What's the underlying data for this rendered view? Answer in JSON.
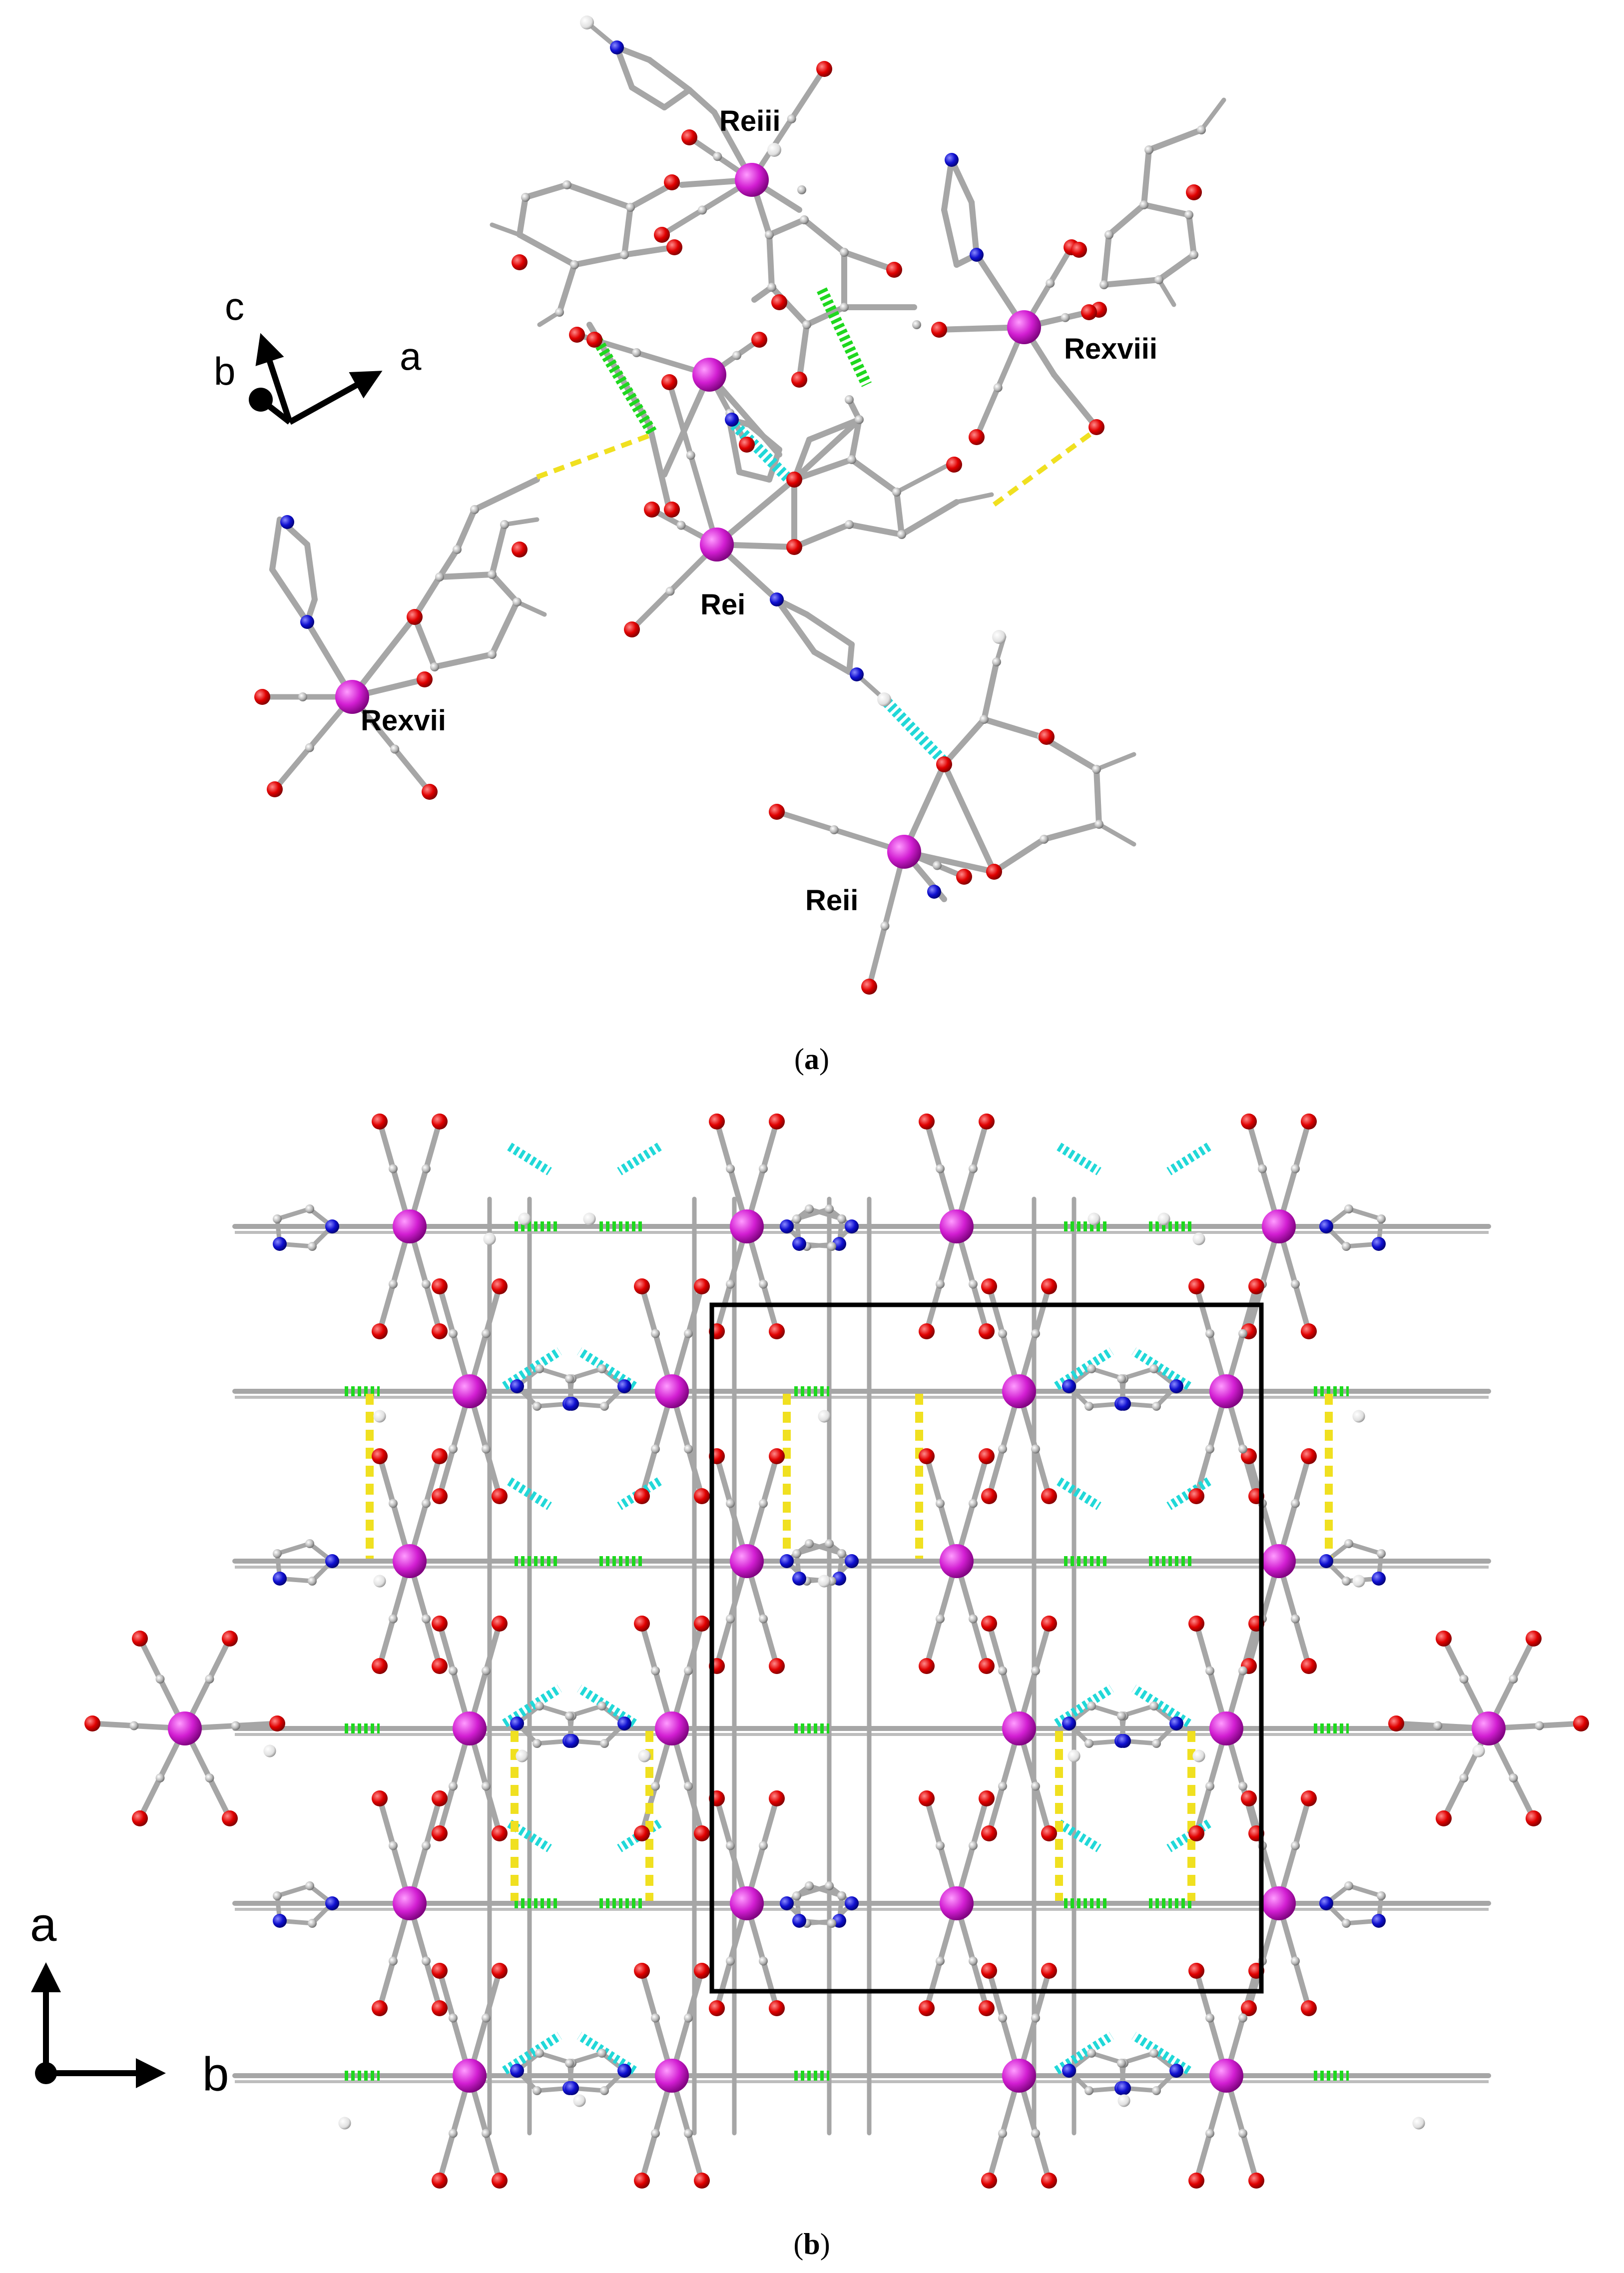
{
  "panel_a": {
    "axes": {
      "c": "c",
      "b": "b",
      "a": "a"
    },
    "labels": {
      "re3": "Reiii",
      "re8": "Rexviii",
      "re1": "Rei",
      "re7": "Rexvii",
      "re2": "Reii"
    },
    "caption": {
      "open": "(",
      "letter": "a",
      "close": ")"
    }
  },
  "panel_b": {
    "axes": {
      "a": "a",
      "b": "b"
    },
    "caption": {
      "open": "(",
      "letter": "b",
      "close": ")"
    }
  },
  "colors": {
    "rhenium": "#d21ed2",
    "oxygen": "#e00000",
    "nitrogen": "#1010d0",
    "carbon": "#a8a8a8",
    "hydrogen": "#e6e6e6",
    "hbond_green": "#1ed81e",
    "hbond_cyan": "#20d8d8",
    "hbond_yellow": "#f0e020",
    "unit_cell": "#000000"
  }
}
